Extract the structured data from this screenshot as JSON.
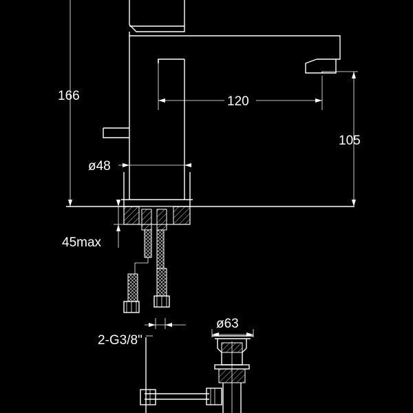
{
  "drawing": {
    "background_color": "#000000",
    "line_color": "#ffffff",
    "dimensions": {
      "height_total": "166",
      "spout_reach": "120",
      "spout_height": "105",
      "body_diameter": "ø48",
      "deck_thickness": "45max",
      "connection": "2-G3/8\"",
      "drain_diameter": "ø63"
    }
  }
}
